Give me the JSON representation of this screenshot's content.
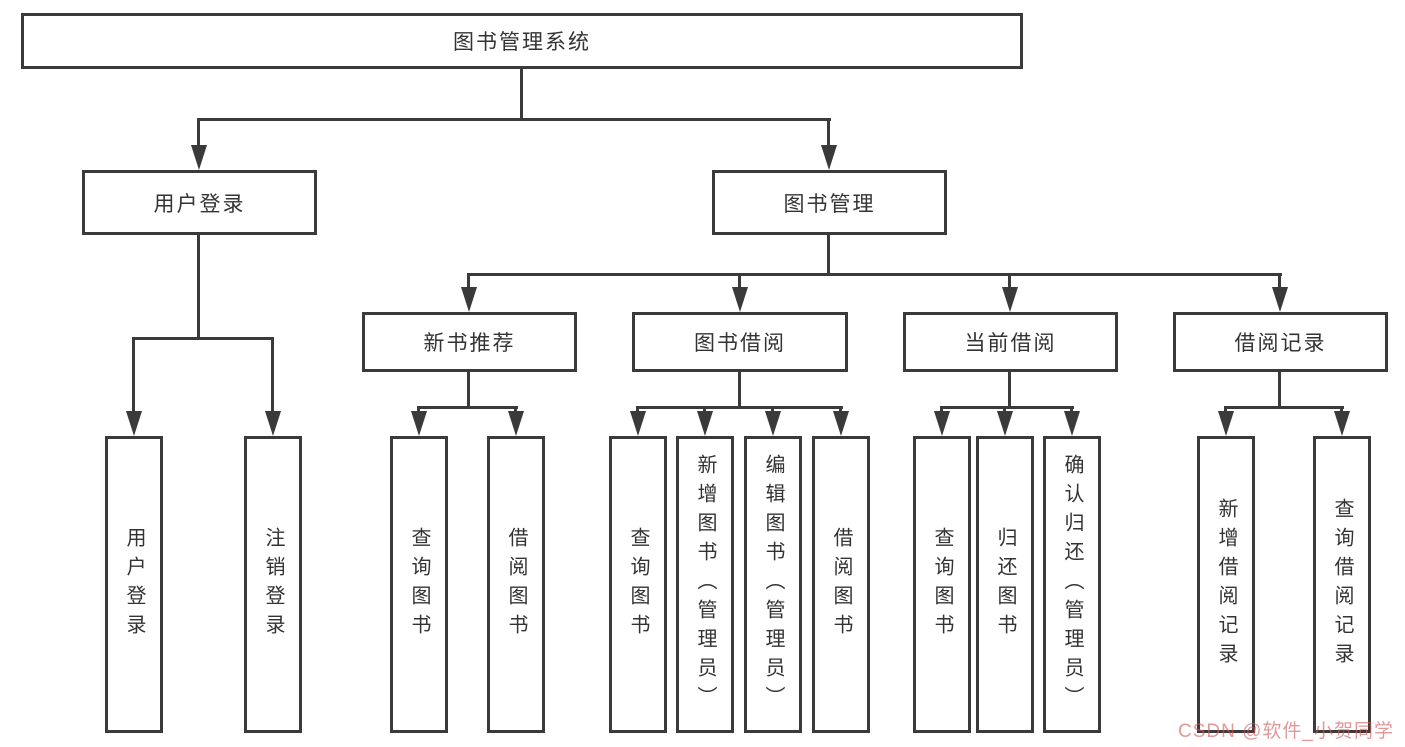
{
  "colors": {
    "line": "#3a3a3a",
    "text": "#333333",
    "watermark": "#d05a5a",
    "background": "#ffffff"
  },
  "diagram": {
    "root": {
      "label": "图书管理系统"
    },
    "children": [
      {
        "label": "用户登录",
        "children": [
          {
            "label": "用户登录"
          },
          {
            "label": "注销登录"
          }
        ]
      },
      {
        "label": "图书管理",
        "children": [
          {
            "label": "新书推荐",
            "children": [
              {
                "label": "查询图书"
              },
              {
                "label": "借阅图书"
              }
            ]
          },
          {
            "label": "图书借阅",
            "children": [
              {
                "label": "查询图书"
              },
              {
                "label": "新增图书（管理员）"
              },
              {
                "label": "编辑图书（管理员）"
              },
              {
                "label": "借阅图书"
              }
            ]
          },
          {
            "label": "当前借阅",
            "children": [
              {
                "label": "查询图书"
              },
              {
                "label": "归还图书"
              },
              {
                "label": "确认归还（管理员）"
              }
            ]
          },
          {
            "label": "借阅记录",
            "children": [
              {
                "label": "新增借阅记录"
              },
              {
                "label": "查询借阅记录"
              }
            ]
          }
        ]
      }
    ]
  },
  "watermark": {
    "text": "CSDN @软件_小贺同学"
  }
}
